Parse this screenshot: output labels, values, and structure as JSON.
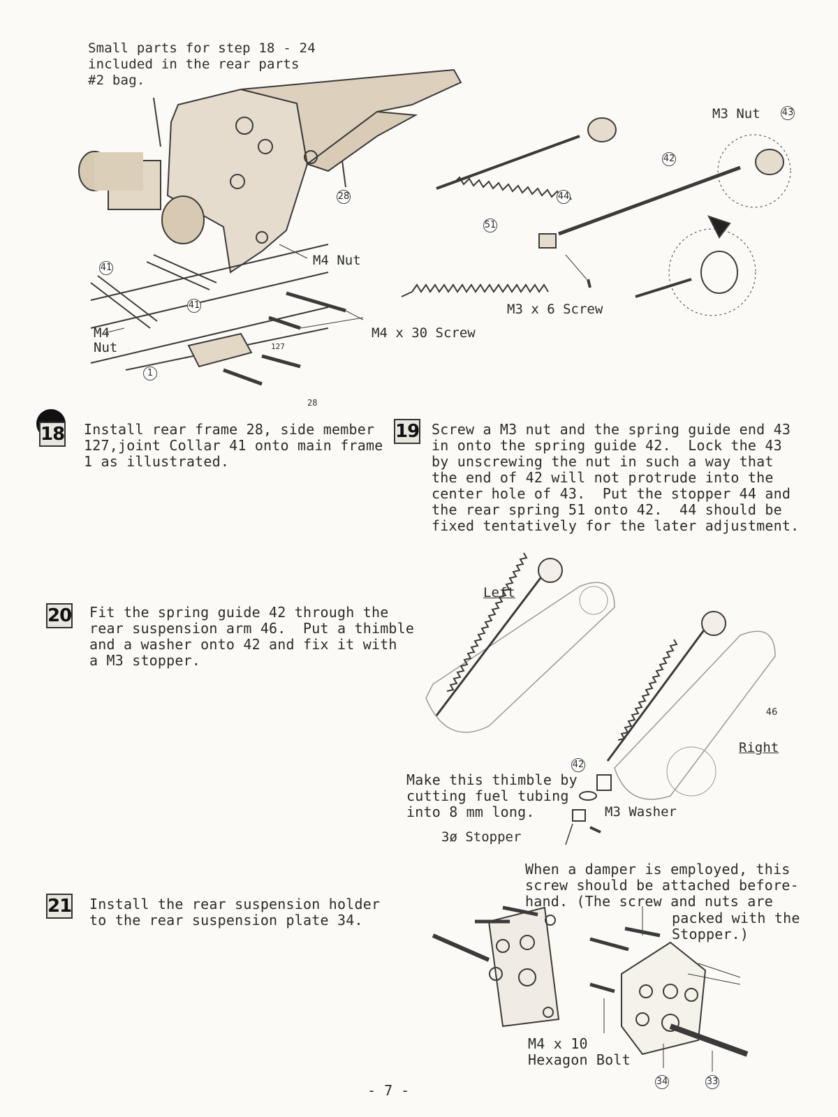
{
  "top_note": "Small parts for step 18 - 24\nincluded in the rear parts\n#2 bag.",
  "fig18_labels": {
    "m4_nut": "M4 Nut",
    "m4_nut_left": "M4\nNut",
    "m4x30": "M4 x 30 Screw",
    "c41a": "41",
    "c41b": "41",
    "c28": "28",
    "c1": "1",
    "c127": "127",
    "c28b": "28"
  },
  "fig19_labels": {
    "m3_nut": "M3 Nut",
    "m3x6": "M3 x 6 Screw",
    "c43": "43",
    "c42": "42",
    "c44": "44",
    "c51": "51"
  },
  "steps": [
    {
      "number": "18",
      "text": "Install rear frame 28, side member\n127,joint Collar 41 onto main frame\n1 as illustrated."
    },
    {
      "number": "19",
      "text": "Screw a M3 nut and the spring guide end 43\nin onto the spring guide 42.  Lock the 43\nby unscrewing the nut in such a way that\nthe end of 42 will not protrude into the\ncenter hole of 43.  Put the stopper 44 and\nthe rear spring 51 onto 42.  44 should be\nfixed tentatively for the later adjustment."
    },
    {
      "number": "20",
      "text": "Fit the spring guide 42 through the\nrear suspension arm 46.  Put a thimble\nand a washer onto 42 and fix it with\na M3 stopper."
    },
    {
      "number": "21",
      "text": "Install the rear suspension holder\nto the rear suspension plate 34."
    }
  ],
  "fig20_labels": {
    "left": "Left",
    "right": "Right",
    "c46": "46",
    "c42": "42",
    "thimble_note": "Make this thimble by\ncutting fuel tubing\ninto 8 mm long.",
    "m3_washer": "M3 Washer",
    "stopper": "3ø Stopper"
  },
  "fig21_labels": {
    "damper_note": "When a damper is employed, this\nscrew should be attached before-\nhand. (The screw and nuts are",
    "damper_note2": "packed with the\nStopper.)",
    "m4x10": "M4 x 10\nHexagon Bolt",
    "c34": "34",
    "c33": "33"
  },
  "page_number": "- 7 -"
}
